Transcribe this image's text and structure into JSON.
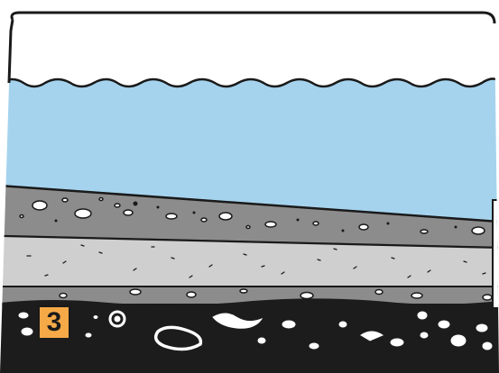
{
  "diagram": {
    "layers": [
      {
        "name": "snow",
        "color": "#ffffff"
      },
      {
        "name": "water",
        "color": "#a5d3ee"
      },
      {
        "name": "gravel",
        "color": "#8c8c8c"
      },
      {
        "name": "sand",
        "color": "#cfcfcf"
      },
      {
        "name": "gravel-lower",
        "color": "#8c8c8c"
      },
      {
        "name": "bedrock",
        "color": "#1c1c1c"
      }
    ],
    "outline_color": "#1a1a1a",
    "label": {
      "text": "3",
      "color": "#f5a947"
    }
  }
}
